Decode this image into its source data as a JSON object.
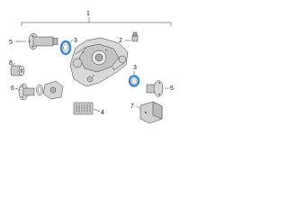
{
  "diagram": {
    "callouts": {
      "c1": "1",
      "c2": "2",
      "c3a": "3",
      "c3b": "3",
      "c4": "4",
      "c5": "5",
      "c6a": "6",
      "c6b": "6",
      "c7": "7",
      "c8": "8"
    },
    "colors": {
      "highlight": "#3f86d6",
      "line": "#333333",
      "part_fill": "#d9d9d9",
      "part_dark": "#a8a8a8"
    }
  }
}
